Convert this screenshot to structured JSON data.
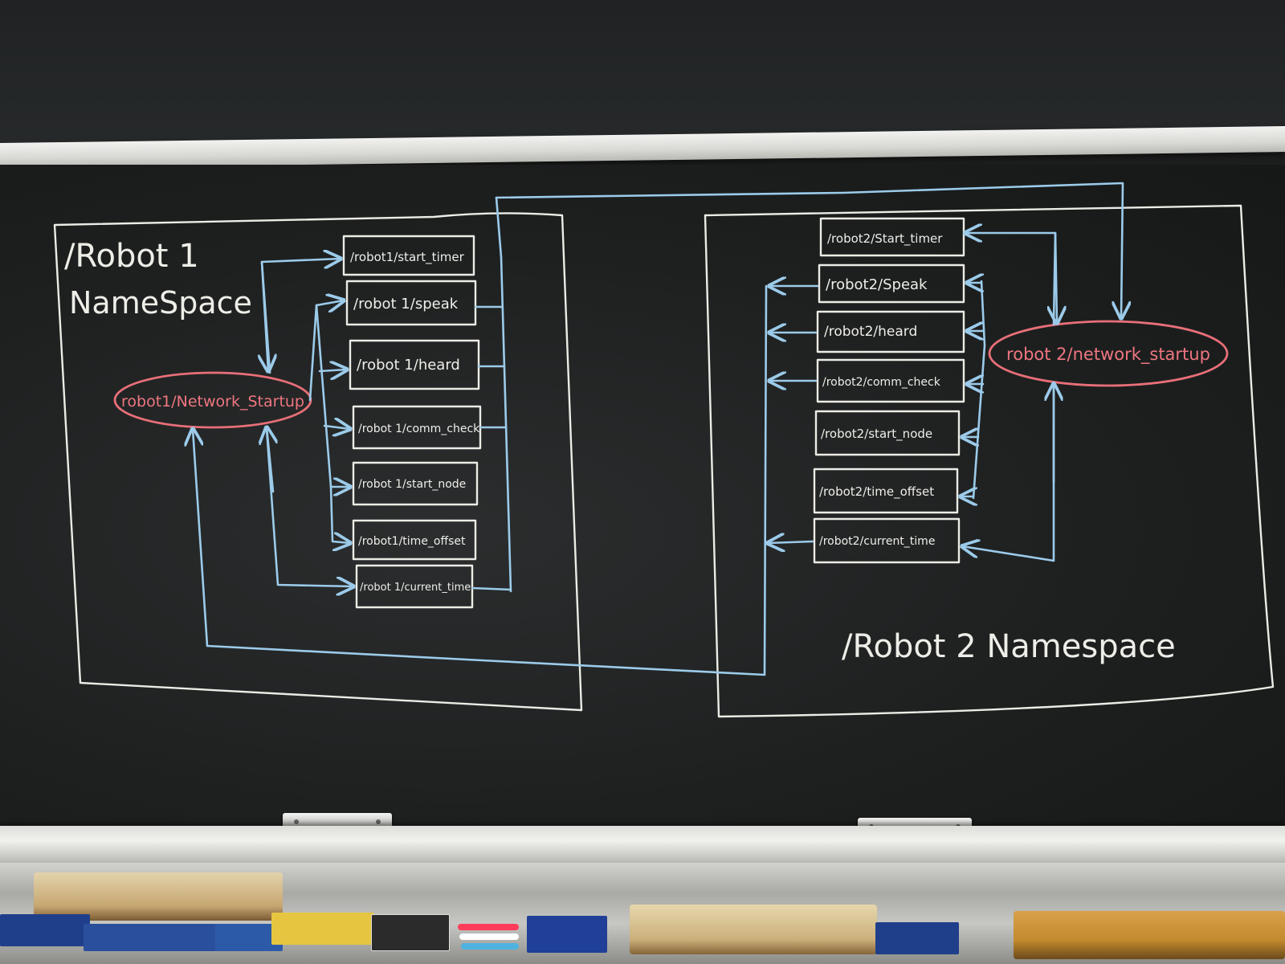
{
  "robot1": {
    "namespace_line1": "/Robot 1",
    "namespace_line2": "NameSpace",
    "hub": "robot1/Network_Startup",
    "topics": [
      "/robot1/start_timer",
      "/robot 1/speak",
      "/robot 1/heard",
      "/robot 1/comm_check",
      "/robot 1/start_node",
      "/robot1/time_offset",
      "/robot 1/current_time"
    ]
  },
  "robot2": {
    "namespace": "/Robot 2  Namespace",
    "hub": "robot 2/network_startup",
    "topics": [
      "/robot2/Start_timer",
      "/robot2/Speak",
      "/robot2/heard",
      "/robot2/comm_check",
      "/robot2/start_node",
      "/robot2/time_offset",
      "/robot2/current_time"
    ]
  },
  "colors": {
    "chalkboard": "#1e2020",
    "chalk_white": "#ecece6",
    "chalk_blue": "#9ccbea",
    "chalk_red": "#e86f78"
  }
}
